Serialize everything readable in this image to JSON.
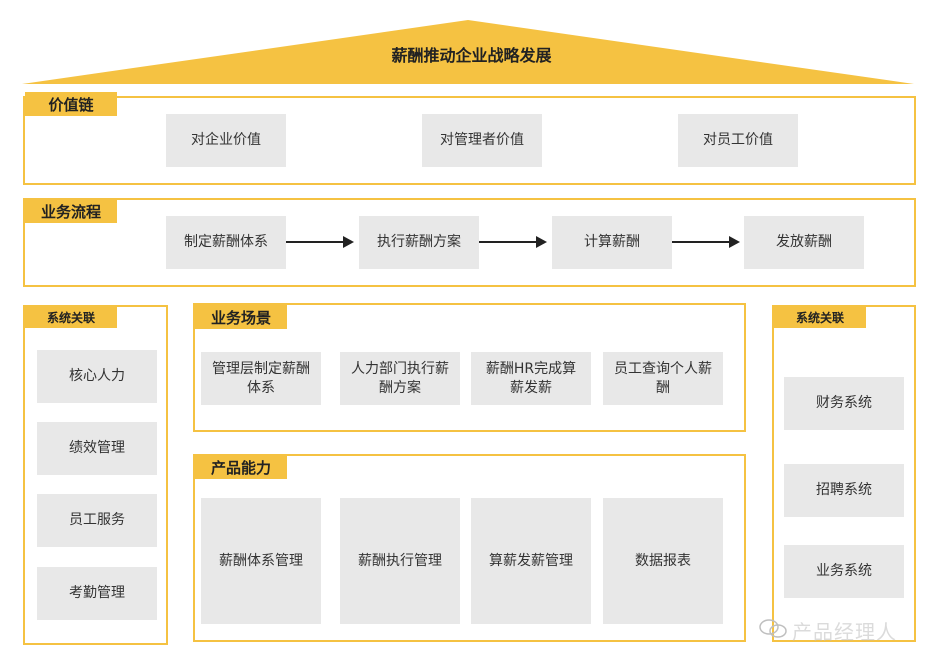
{
  "roof": {
    "title": "薪酬推动企业战略发展"
  },
  "value_chain": {
    "tag": "价值链",
    "items": [
      "对企业价值",
      "对管理者价值",
      "对员工价值"
    ]
  },
  "business_process": {
    "tag": "业务流程",
    "steps": [
      "制定薪酬体系",
      "执行薪酬方案",
      "计算薪酬",
      "发放薪酬"
    ]
  },
  "left_system": {
    "tag": "系统关联",
    "items": [
      "核心人力",
      "绩效管理",
      "员工服务",
      "考勤管理"
    ]
  },
  "business_scene": {
    "tag": "业务场景",
    "items": [
      "管理层制定薪酬体系",
      "人力部门执行薪酬方案",
      "薪酬HR完成算薪发薪",
      "员工查询个人薪酬"
    ]
  },
  "product_capability": {
    "tag": "产品能力",
    "items": [
      "薪酬体系管理",
      "薪酬执行管理",
      "算薪发薪管理",
      "数据报表"
    ]
  },
  "right_system": {
    "tag": "系统关联",
    "items": [
      "财务系统",
      "招聘系统",
      "业务系统"
    ]
  },
  "watermark": {
    "brand": "产品经理人"
  },
  "colors": {
    "accent": "#f5c242",
    "box": "#e8e8e8",
    "text": "#333333"
  }
}
